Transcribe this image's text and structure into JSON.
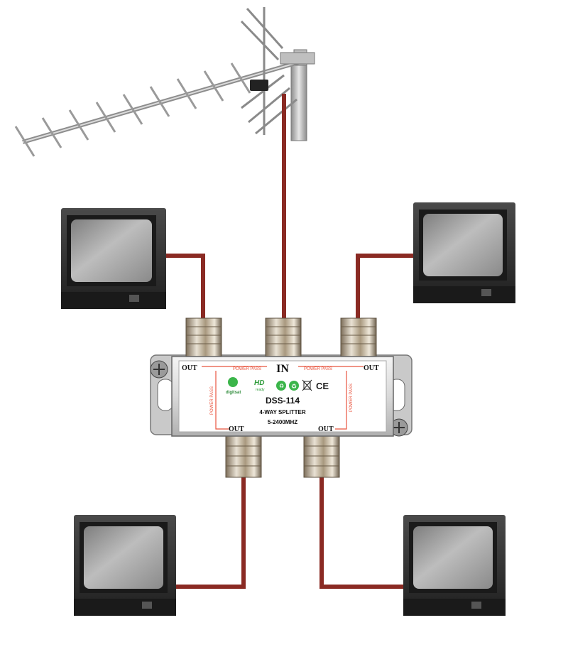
{
  "splitter": {
    "in_label": "IN",
    "out_label": "OUT",
    "power_pass": "POWER PASS",
    "brand": "digitsat",
    "hd_badge": "HD",
    "hd_sub": "ready",
    "model": "DSS-114",
    "type": "4-WAY SPLITTER",
    "frequency": "5-2400MHZ",
    "ce_mark": "CE"
  },
  "colors": {
    "cable": "#8a2a23",
    "power_pass_line": "#e8553f",
    "green_logo": "#3bb54a",
    "tv_body": "#2b2b2b",
    "tv_screen": "#9a9a9a"
  }
}
